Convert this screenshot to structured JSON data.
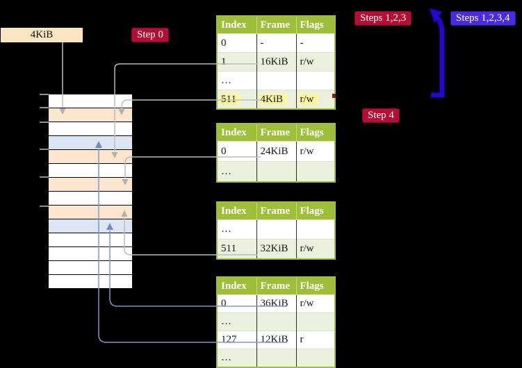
{
  "labels": {
    "frame_size": "4KiB",
    "step0": "Step 0",
    "steps123": "Steps 1,2,3",
    "steps1234": "Steps 1,2,3,4",
    "step4": "Step 4"
  },
  "colors": {
    "background": "#000000",
    "table_header_green": "#9fbe3a",
    "table_row_green": "#ecf1df",
    "highlight_yellow": "#fdf7a0",
    "frame_peach": "#fbe5ce",
    "frame_blue": "#dbe5f3",
    "frame_white": "#ffffff",
    "label_wheat": "#fae6c1",
    "badge_crimson": "#b50d33",
    "badge_blue_violet": "#4b2bdf",
    "connector_gray": "#bcbcbc",
    "connector_blue": "#7d99cb",
    "loop_arrow_blue": "#2506cf"
  },
  "memory_stack": {
    "row_colors": [
      "white",
      "peach",
      "white",
      "blue",
      "peach",
      "white",
      "peach",
      "white",
      "peach",
      "blue",
      "white",
      "white",
      "white",
      "white"
    ]
  },
  "tables": [
    {
      "header": [
        "Index",
        "Frame",
        "Flags"
      ],
      "rows": [
        [
          "0",
          "-",
          "-"
        ],
        [
          "1",
          "16KiB",
          "r/w"
        ],
        [
          "…",
          "",
          ""
        ],
        [
          "511",
          "4KiB",
          "r/w"
        ]
      ]
    },
    {
      "header": [
        "Index",
        "Frame",
        "Flags"
      ],
      "rows": [
        [
          "0",
          "24KiB",
          "r/w"
        ],
        [
          "…",
          "",
          ""
        ]
      ]
    },
    {
      "header": [
        "Index",
        "Frame",
        "Flags"
      ],
      "rows": [
        [
          "…",
          "",
          ""
        ],
        [
          "511",
          "32KiB",
          "r/w"
        ]
      ]
    },
    {
      "header": [
        "Index",
        "Frame",
        "Flags"
      ],
      "rows": [
        [
          "0",
          "36KiB",
          "r/w"
        ],
        [
          "…",
          "",
          ""
        ],
        [
          "127",
          "12KiB",
          "r"
        ],
        [
          "…",
          "",
          ""
        ]
      ]
    }
  ]
}
